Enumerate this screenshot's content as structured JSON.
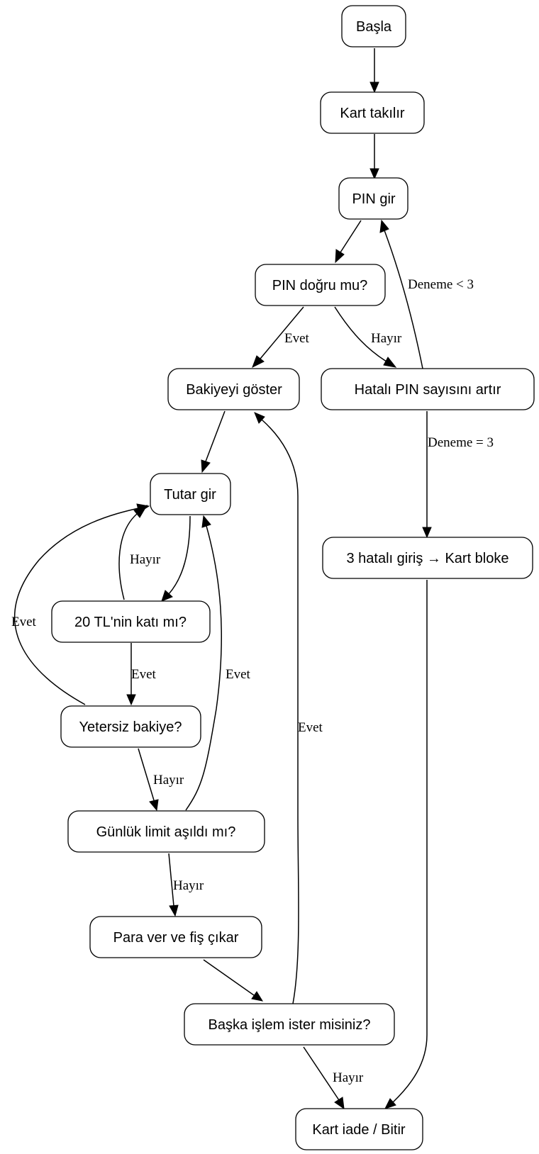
{
  "nodes": {
    "start": "Başla",
    "insert_card": "Kart takılır",
    "enter_pin": "PIN gir",
    "pin_correct": "PIN doğru mu?",
    "show_balance": "Bakiyeyi göster",
    "increment_wrong_pin": "Hatalı PIN sayısını artır",
    "enter_amount": "Tutar gir",
    "card_blocked": "3 hatalı giriş → Kart bloke",
    "multiple_of_20": "20 TL'nin katı mı?",
    "insufficient_balance": "Yetersiz bakiye?",
    "daily_limit": "Günlük limit aşıldı mı?",
    "dispense": "Para ver ve fiş çıkar",
    "another_transaction": "Başka işlem ister misiniz?",
    "return_card": "Kart iade / Bitir"
  },
  "edge_labels": {
    "pin_yes": "Evet",
    "pin_no": "Hayır",
    "retry_under_3": "Deneme < 3",
    "retry_equals_3": "Deneme = 3",
    "multiple_no": "Hayır",
    "multiple_yes": "Evet",
    "insufficient_yes": "Evet",
    "insufficient_no": "Hayır",
    "limit_yes": "Evet",
    "limit_no": "Hayır",
    "another_yes": "Evet",
    "another_no": "Hayır"
  }
}
